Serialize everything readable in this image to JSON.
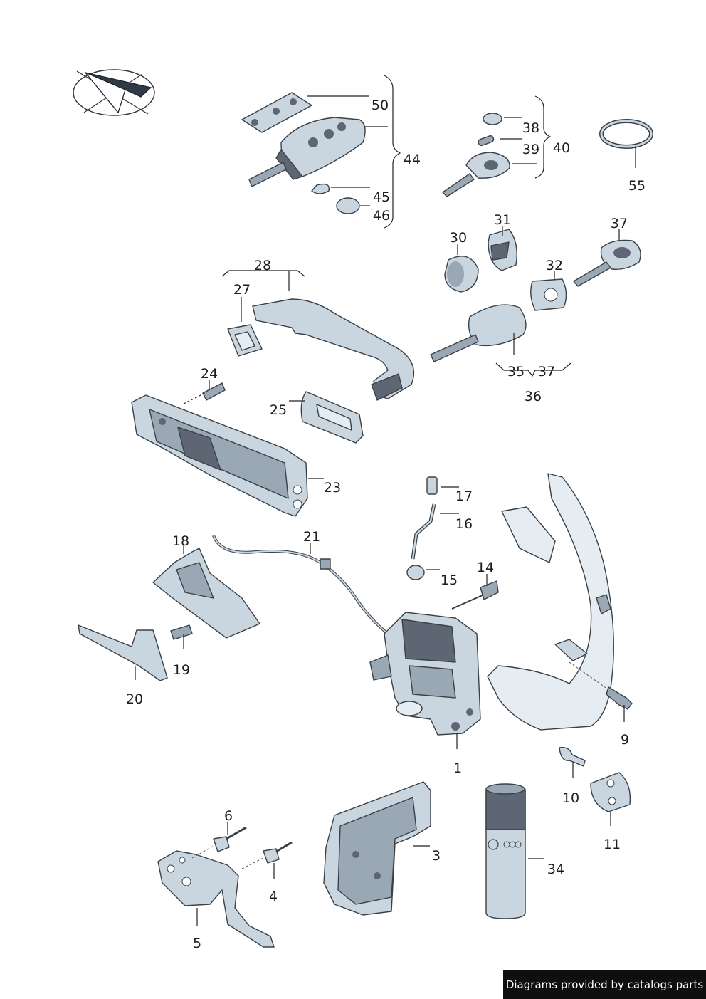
{
  "watermark": "Diagrams provided by catalogs parts",
  "colors": {
    "part_fill": "#c9d5df",
    "part_dark": "#5d6672",
    "outline": "#3a4048",
    "watermark_bg": "#0f0f0f"
  },
  "icons": {
    "orientation": "orientation-arrow-icon",
    "brand": "four-rings-logo-icon"
  },
  "labels": {
    "l1": "1",
    "l3": "3",
    "l4": "4",
    "l5": "5",
    "l6": "6",
    "l9": "9",
    "l10": "10",
    "l11": "11",
    "l14": "14",
    "l15": "15",
    "l16": "16",
    "l17": "17",
    "l18": "18",
    "l19": "19",
    "l20": "20",
    "l21": "21",
    "l23": "23",
    "l24": "24",
    "l25": "25",
    "l27": "27",
    "l28": "28",
    "l30": "30",
    "l31": "31",
    "l32": "32",
    "l34": "34",
    "l35": "35",
    "l36": "36",
    "l37a": "37",
    "l37b": "37",
    "l38": "38",
    "l39": "39",
    "l40": "40",
    "l44": "44",
    "l45": "45",
    "l46": "46",
    "l50": "50",
    "l55": "55"
  }
}
